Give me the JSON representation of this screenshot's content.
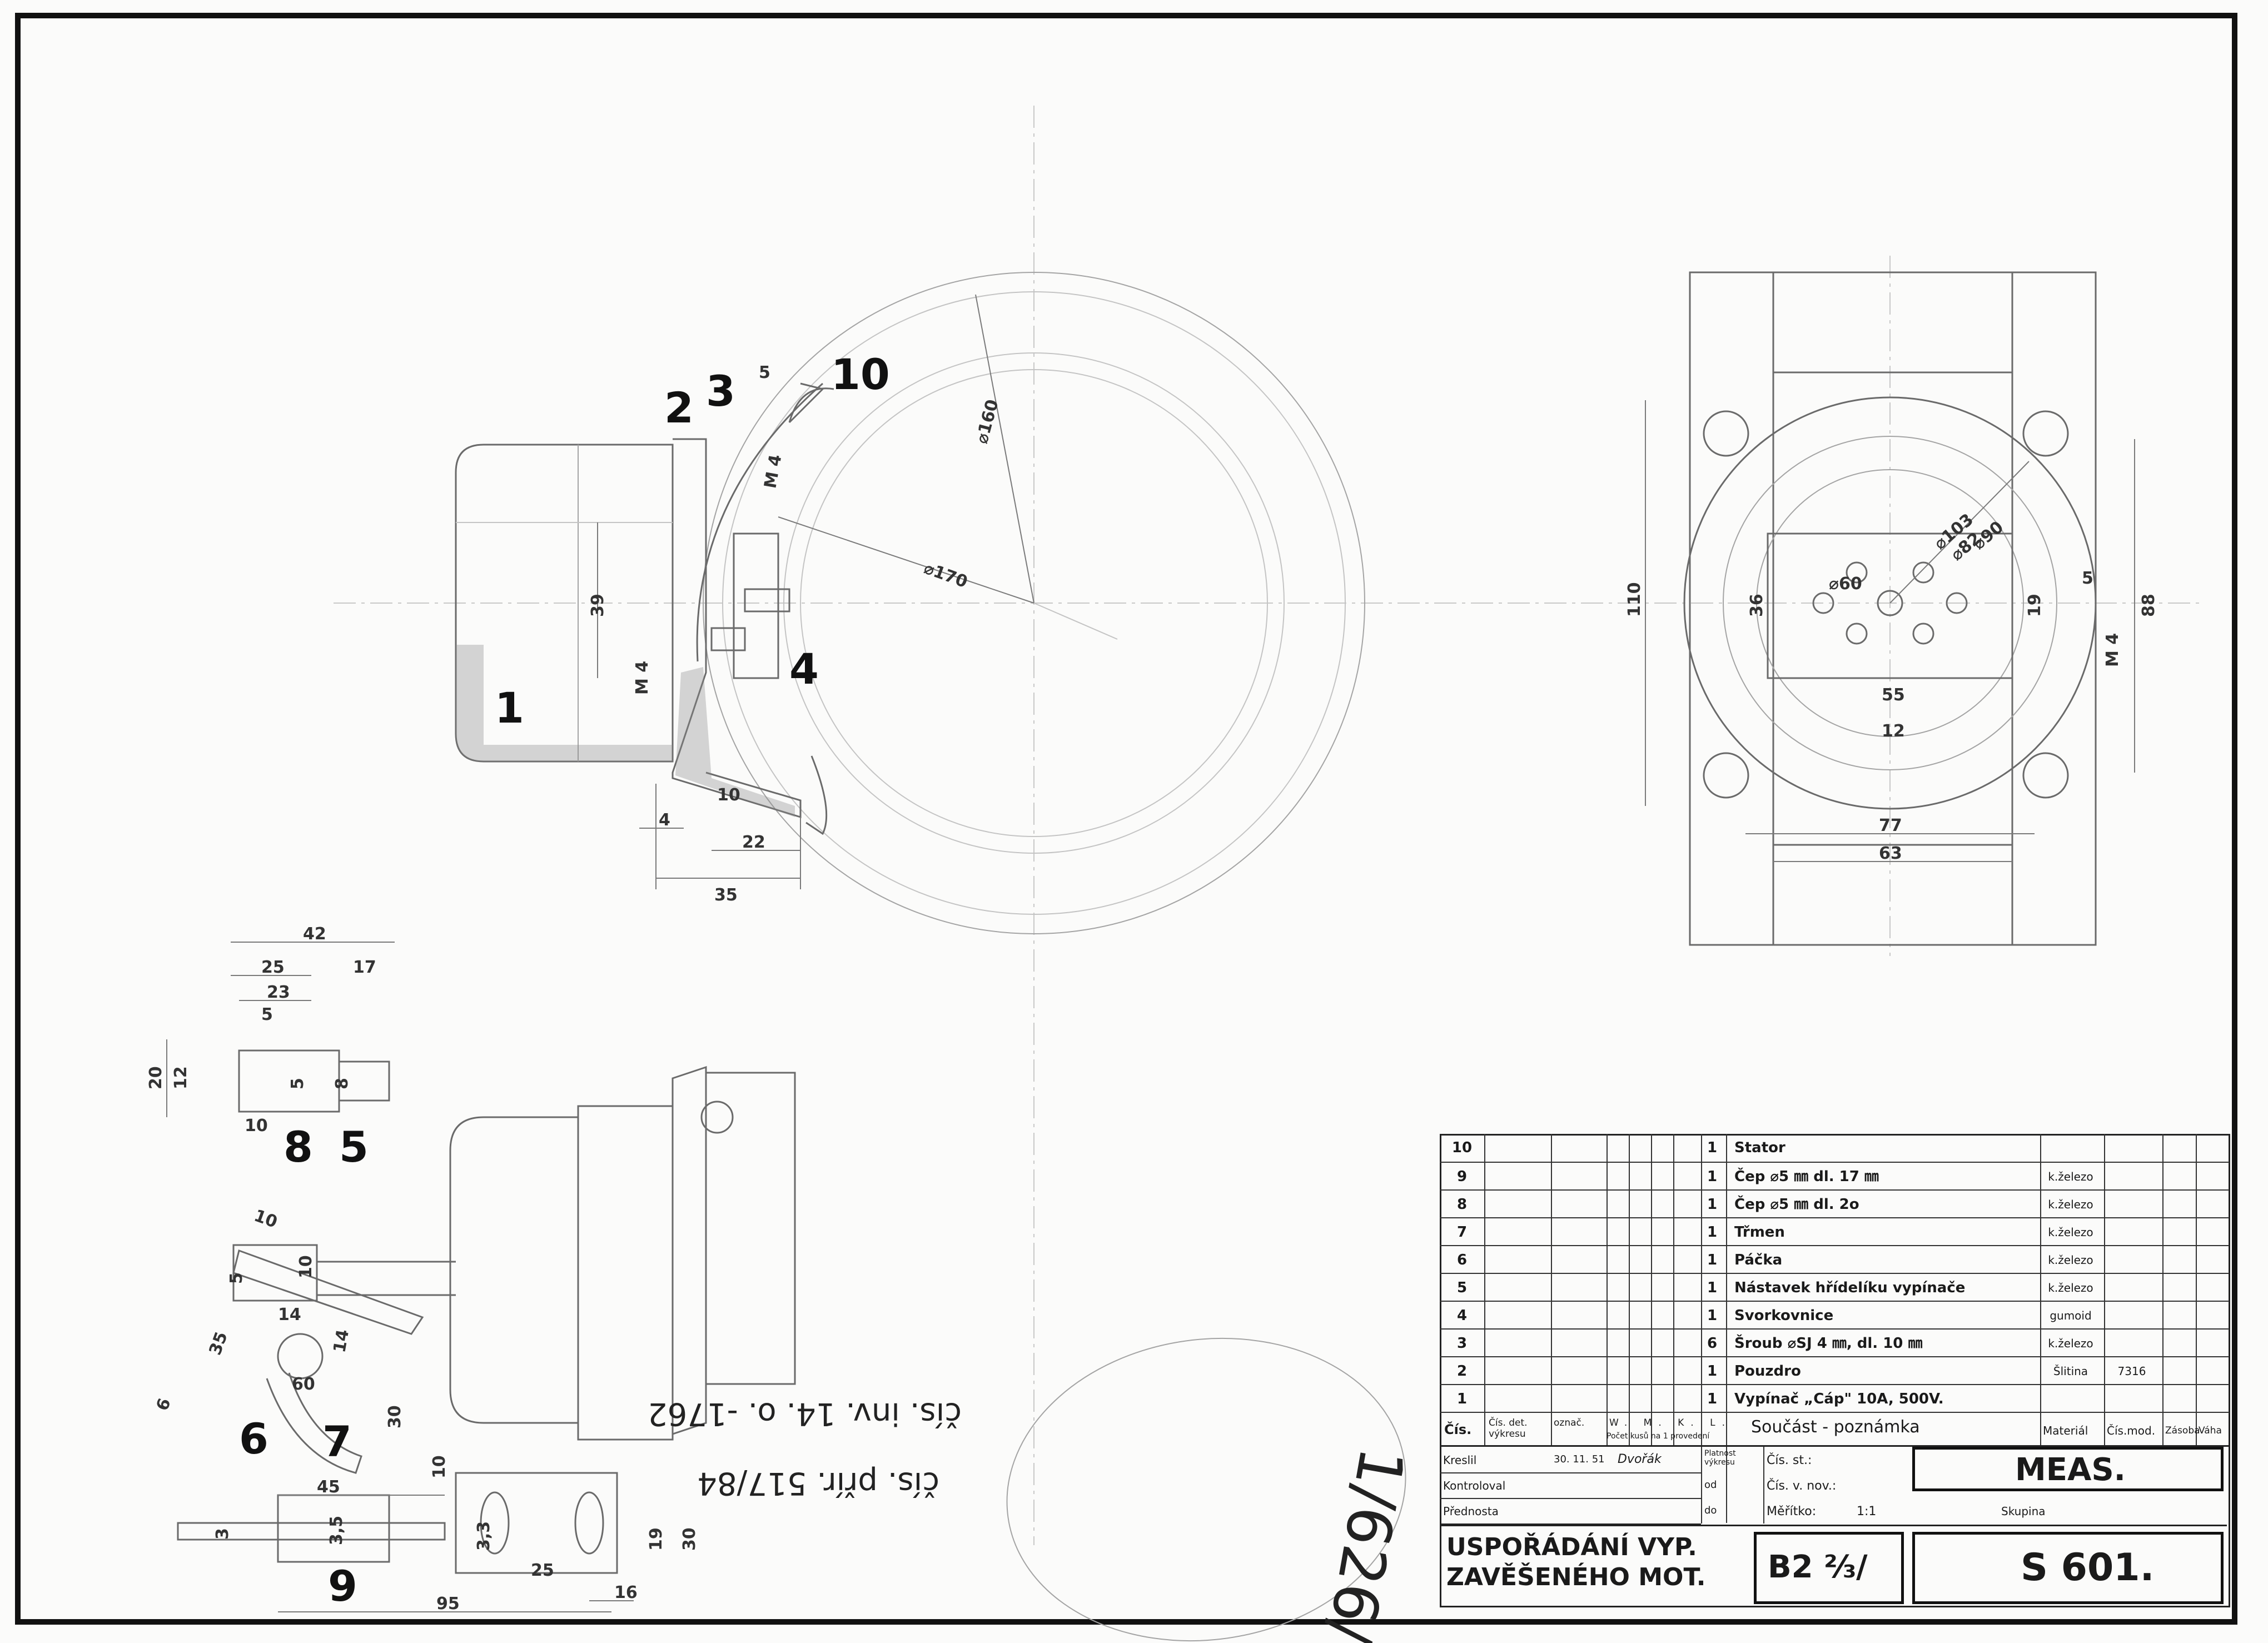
{
  "main_view": {
    "dimensions": {
      "d160": "⌀160",
      "d170": "⌀170",
      "d39": "39",
      "m4": "M 4",
      "m4b": "M 4",
      "d5": "5",
      "d4": "4",
      "d10": "10",
      "d22": "22",
      "d35": "35"
    },
    "callouts": {
      "p1": "1",
      "p2": "2",
      "p3": "3",
      "p4": "4",
      "p10": "10"
    }
  },
  "right_view": {
    "dimensions": {
      "d110": "110",
      "d36": "36",
      "d60": "⌀60",
      "d103": "⌀103",
      "d90": "⌀90",
      "d82": "⌀82",
      "d5": "5",
      "d19": "19",
      "m4": "M 4",
      "d88": "88",
      "d55": "55",
      "d12": "12",
      "d77": "77",
      "d63": "63"
    }
  },
  "detail_views": {
    "dimensions": {
      "d42": "42",
      "d25": "25",
      "d17": "17",
      "d23": "23",
      "d5a": "5",
      "d20": "20",
      "d12": "12",
      "d5b": "5",
      "d8": "8",
      "d10a": "10",
      "d10b": "10",
      "d5c": "5",
      "d10c": "10",
      "d35": "35",
      "d14": "14",
      "d14b": "14",
      "d6": "6",
      "d60": "60",
      "d30": "30",
      "d10d": "10",
      "d45": "45",
      "d3": "3",
      "d35b": "3,5",
      "d33": "3,3",
      "d19": "19",
      "d25b": "25",
      "d30b": "30",
      "d95": "95",
      "d16": "16"
    },
    "callouts": {
      "p5": "5",
      "p6": "6",
      "p7": "7",
      "p8": "8",
      "p9": "9"
    }
  },
  "inventory_note": {
    "line1": "čís. inv. 14. o. -1762",
    "line2": "čís. přír. 517/84"
  },
  "stamp_number": "1/626/",
  "parts_list": [
    {
      "num": "10",
      "qty": "1",
      "name": "Stator",
      "material": "",
      "cis_mod": ""
    },
    {
      "num": "9",
      "qty": "1",
      "name": "Čep ⌀5 ㎜ dl. 17 ㎜",
      "material": "k.železo",
      "cis_mod": ""
    },
    {
      "num": "8",
      "qty": "1",
      "name": "Čep ⌀5 ㎜ dl. 2o",
      "material": "k.železo",
      "cis_mod": ""
    },
    {
      "num": "7",
      "qty": "1",
      "name": "Třmen",
      "material": "k.železo",
      "cis_mod": ""
    },
    {
      "num": "6",
      "qty": "1",
      "name": "Páčka",
      "material": "k.železo",
      "cis_mod": ""
    },
    {
      "num": "5",
      "qty": "1",
      "name": "Nástavek hřídelíku vypínače",
      "material": "k.železo",
      "cis_mod": ""
    },
    {
      "num": "4",
      "qty": "1",
      "name": "Svorkovnice",
      "material": "gumoid",
      "cis_mod": ""
    },
    {
      "num": "3",
      "qty": "6",
      "name": "Šroub ⌀SJ 4 ㎜, dl. 10 ㎜",
      "material": "k.železo",
      "cis_mod": ""
    },
    {
      "num": "2",
      "qty": "1",
      "name": "Pouzdro",
      "material": "Šlitina",
      "cis_mod": "7316"
    },
    {
      "num": "1",
      "qty": "1",
      "name": "Vypínač „Cáp\" 10A, 500V.",
      "material": "",
      "cis_mod": ""
    }
  ],
  "parts_header": {
    "cis": "Čís.",
    "cis_det": "Čís. det. výkresu",
    "oznac": "označ.",
    "wmkl": "W. M. K. L.",
    "pocet": "Počet kusů na 1 provedení",
    "soucast": "Součást - poznámka",
    "material": "Materiál",
    "cis_mod": "Čís.mod.",
    "zasoba": "Zásoba",
    "vaha": "Váha"
  },
  "title_block": {
    "kreslil_label": "Kreslil",
    "kreslil_date": "30. 11. 51",
    "kreslil_name": "Dvořák",
    "kontroloval_label": "Kontroloval",
    "prednosta_label": "Přednosta",
    "platnost_label": "Platnost výkresu",
    "od_label": "od",
    "do_label": "do",
    "cis_st_label": "Čís. st.:",
    "cis_v_nov_label": "Čís. v. nov.:",
    "meritko_label": "Měřítko:",
    "meritko_value": "1:1",
    "company": "MEAS.",
    "skupina_label": "Skupina",
    "title_line1": "USPOŘÁDÁNÍ VYP.",
    "title_line2": "ZAVĚŠENÉHO MOT.",
    "format": "B2 ⅔/",
    "drawing_number": "S 601."
  }
}
